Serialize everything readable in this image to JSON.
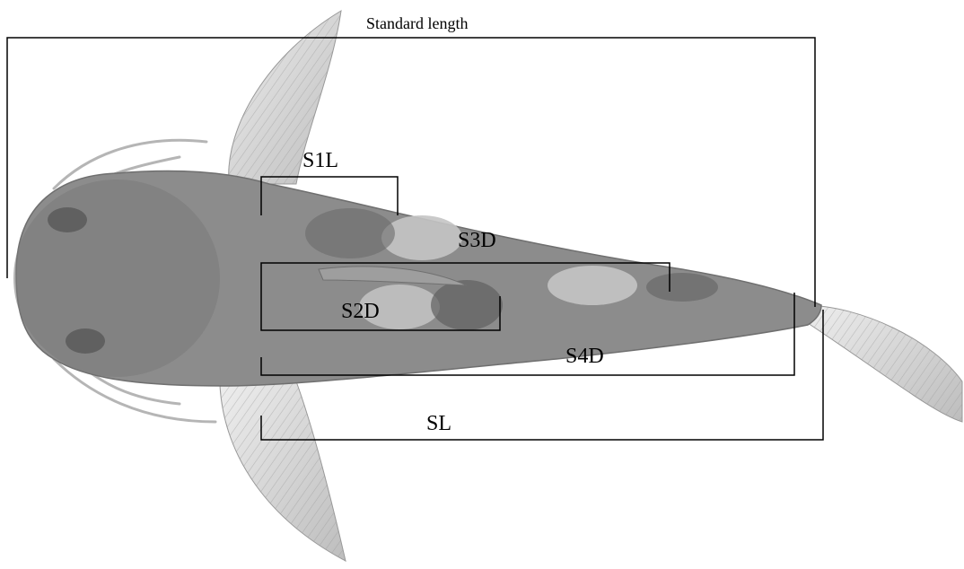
{
  "labels": {
    "standard_length": "Standard length",
    "s1l": "S1L",
    "s2d": "S2D",
    "s3d": "S3D",
    "s4d": "S4D",
    "sl": "SL"
  },
  "colors": {
    "body": "#8c8c8c",
    "dark_patch": "#5f5f5f",
    "light_patch": "#c4c4c4",
    "fin": "#d8d8d8",
    "line": "#000000"
  }
}
